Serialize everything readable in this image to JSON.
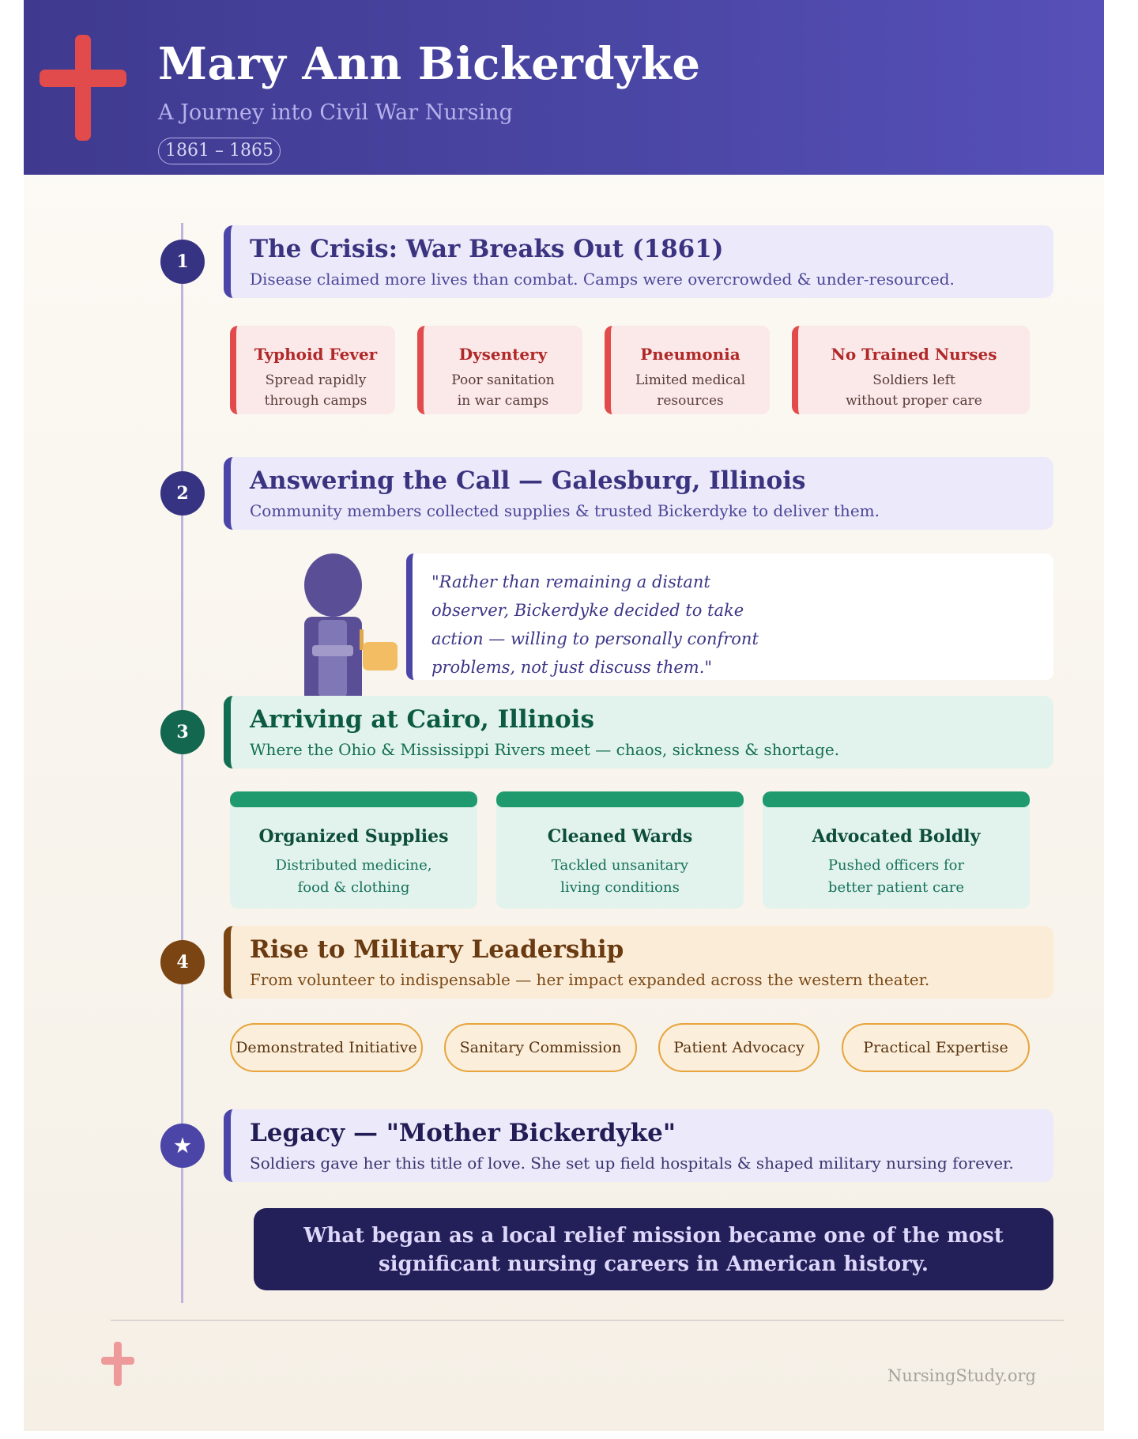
{
  "header": {
    "title": "Mary Ann Bickerdyke",
    "subtitle": "A Journey into Civil War Nursing",
    "dates": "1861 – 1865"
  },
  "sections": [
    {
      "marker": "1",
      "title": "The Crisis: War Breaks Out (1861)",
      "text": "Disease claimed more lives than combat. Camps were overcrowded & under-resourced."
    },
    {
      "marker": "2",
      "title": "Answering the Call — Galesburg, Illinois",
      "text": "Community members collected supplies & trusted Bickerdyke to deliver them."
    },
    {
      "marker": "3",
      "title": "Arriving at Cairo, Illinois",
      "text": "Where the Ohio & Mississippi Rivers meet — chaos, sickness & shortage."
    },
    {
      "marker": "4",
      "title": "Rise to Military Leadership",
      "text": "From volunteer to indispensable — her impact expanded across the western theater."
    },
    {
      "marker": "★",
      "title": "Legacy — \"Mother Bickerdyke\"",
      "text": "Soldiers gave her this title of love. She set up field hospitals & shaped military nursing forever."
    }
  ],
  "diseases": [
    {
      "title": "Typhoid Fever",
      "line1": "Spread rapidly",
      "line2": "through camps"
    },
    {
      "title": "Dysentery",
      "line1": "Poor sanitation",
      "line2": "in war camps"
    },
    {
      "title": "Pneumonia",
      "line1": "Limited medical",
      "line2": "resources"
    },
    {
      "title": "No Trained Nurses",
      "line1": "Soldiers left",
      "line2": "without proper care"
    }
  ],
  "quote": "\"Rather than remaining a distant observer, Bickerdyke decided to take action — willing to personally confront problems, not just discuss them.\"",
  "actions": [
    {
      "title": "Organized Supplies",
      "line1": "Distributed medicine,",
      "line2": "food & clothing"
    },
    {
      "title": "Cleaned Wards",
      "line1": "Tackled unsanitary",
      "line2": "living conditions"
    },
    {
      "title": "Advocated Boldly",
      "line1": "Pushed officers for",
      "line2": "better patient care"
    }
  ],
  "pills": [
    "Demonstrated Initiative",
    "Sanitary Commission",
    "Patient Advocacy",
    "Practical Expertise"
  ],
  "closing": {
    "line1": "What began as a local relief mission became one of the most",
    "line2": "significant nursing careers in American history."
  },
  "footer": {
    "brand": "NursingStudy.org"
  },
  "icons": {
    "header_logo": "red-cross-icon",
    "footer_logo": "red-cross-icon",
    "figure": "nurse-figure-icon"
  },
  "colors": {
    "accent_red": "#e14b4b",
    "header_purple": "#4a46a4",
    "green": "#1f9a6e",
    "amber": "#e7a43b"
  }
}
